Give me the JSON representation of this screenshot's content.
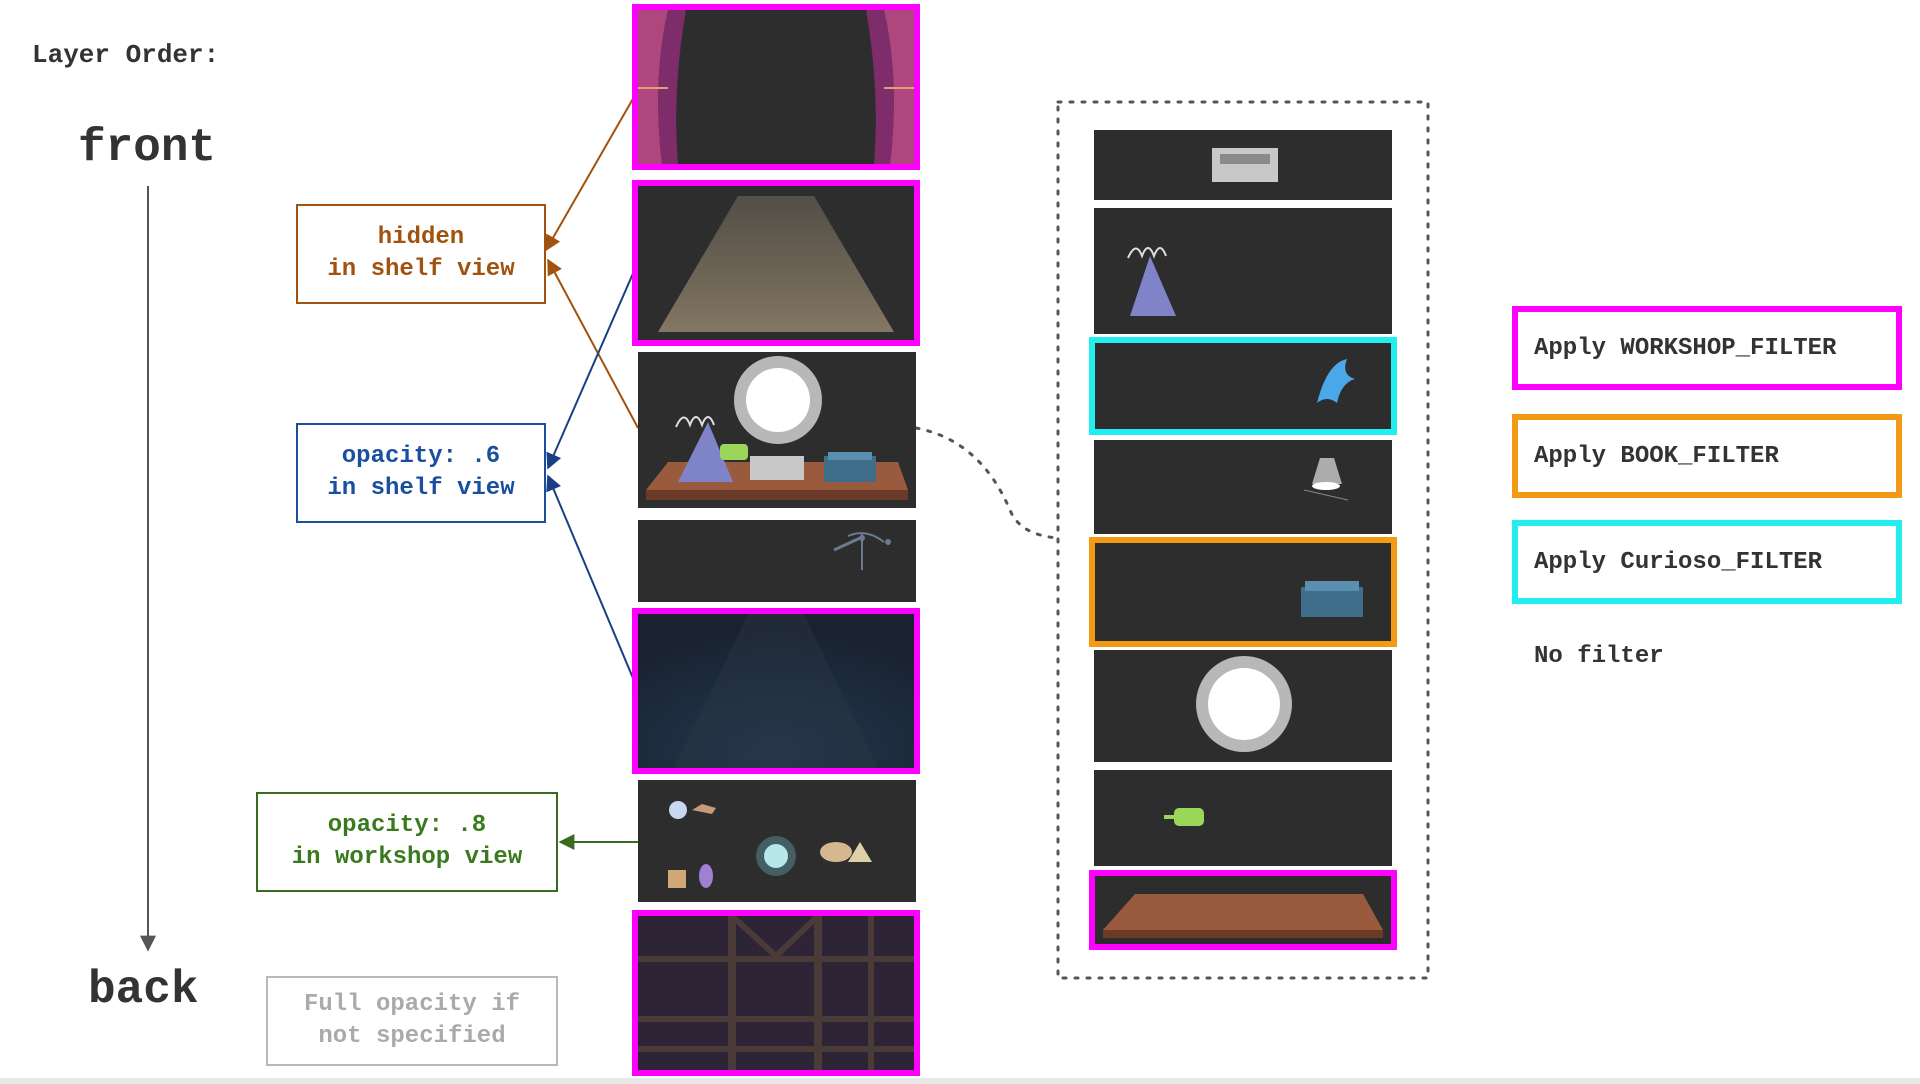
{
  "layer_order_label": "Layer Order:",
  "front_label": "front",
  "back_label": "back",
  "annotations": {
    "hidden": {
      "line1": "hidden",
      "line2": "in shelf view",
      "color": "#a0520e"
    },
    "opacity6": {
      "line1": "opacity: .6",
      "line2": "in shelf view",
      "color": "#1a4fa0"
    },
    "opacity8": {
      "line1": "opacity: .8",
      "line2": "in workshop view",
      "color": "#3a7a1e"
    },
    "full": {
      "line1": "Full opacity if",
      "line2": "not specified",
      "color": "#b0b0b0"
    }
  },
  "layers_main": [
    {
      "id": "curtains",
      "filter": "WORKSHOP_FILTER"
    },
    {
      "id": "spotlight",
      "filter": "WORKSHOP_FILTER"
    },
    {
      "id": "shelf-objects",
      "filter": "none"
    },
    {
      "id": "small-machine",
      "filter": "none"
    },
    {
      "id": "blue-glow",
      "filter": "WORKSHOP_FILTER"
    },
    {
      "id": "curios",
      "filter": "none"
    },
    {
      "id": "wood-frame",
      "filter": "WORKSHOP_FILTER"
    }
  ],
  "layers_expanded": [
    {
      "id": "printer",
      "filter": "none"
    },
    {
      "id": "machine",
      "filter": "none"
    },
    {
      "id": "bird",
      "filter": "Curioso_FILTER"
    },
    {
      "id": "projector",
      "filter": "none"
    },
    {
      "id": "book",
      "filter": "BOOK_FILTER"
    },
    {
      "id": "portal",
      "filter": "none"
    },
    {
      "id": "green-tube",
      "filter": "none"
    },
    {
      "id": "shelf-floor",
      "filter": "WORKSHOP_FILTER"
    }
  ],
  "legend": {
    "workshop": {
      "label": "Apply WORKSHOP_FILTER",
      "color": "#ff00ff"
    },
    "book": {
      "label": "Apply BOOK_FILTER",
      "color": "#f39a15"
    },
    "curioso": {
      "label": "Apply Curioso_FILTER",
      "color": "#22eef0"
    },
    "none": {
      "label": "No filter"
    }
  },
  "colors": {
    "layer_bg": "#2d2d2e",
    "arrow_gray": "#555555"
  }
}
